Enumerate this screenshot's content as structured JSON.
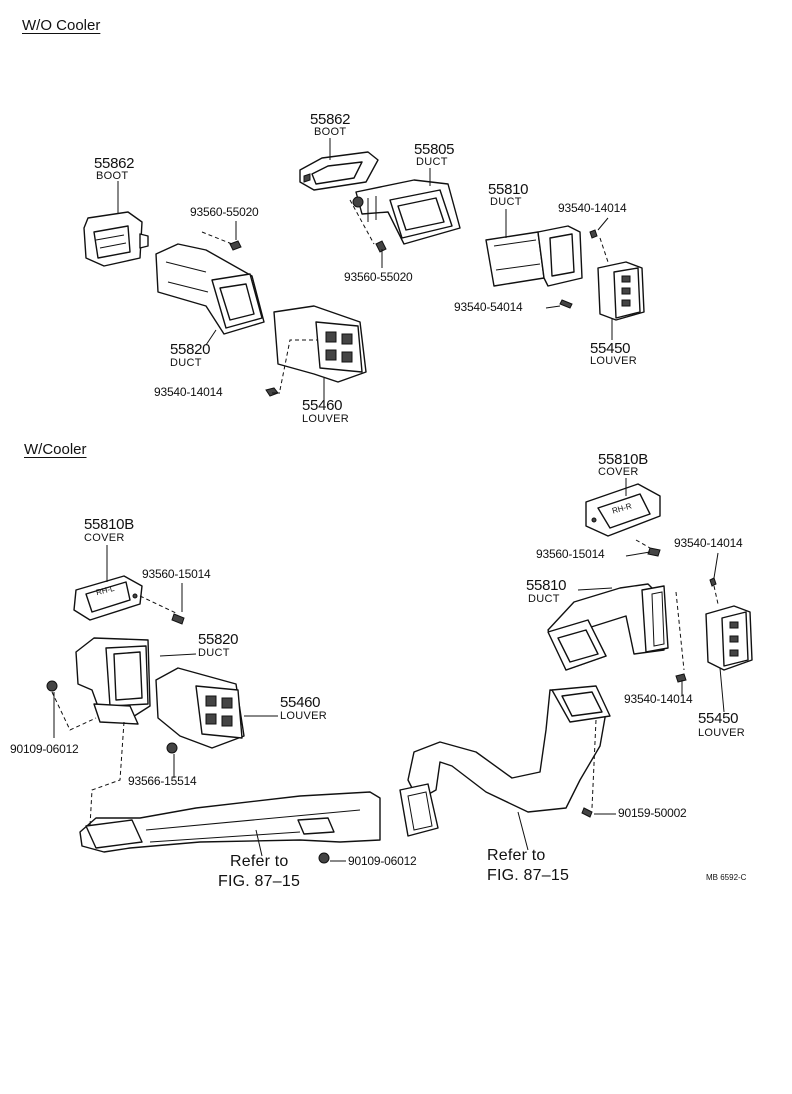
{
  "sections": {
    "wo_cooler": "W/O Cooler",
    "w_cooler": "W/Cooler"
  },
  "labels": {
    "a_55862_boot_pn": "55862",
    "a_55862_boot_name": "BOOT",
    "a_55862_boot2_pn": "55862",
    "a_55862_boot2_name": "BOOT",
    "a_55805_pn": "55805",
    "a_55805_name": "DUCT",
    "a_55810_pn": "55810",
    "a_55810_name": "DUCT",
    "a_screw_55020_1": "93560-55020",
    "a_screw_55020_2": "93560-55020",
    "a_screw_14014_top": "93540-14014",
    "a_screw_54014": "93540-54014",
    "a_55450_pn": "55450",
    "a_55450_name": "LOUVER",
    "a_55820_pn": "55820",
    "a_55820_name": "DUCT",
    "a_screw_14014_left": "93540-14014",
    "a_55460_pn": "55460",
    "a_55460_name": "LOUVER",
    "b_55810b_right_pn": "55810B",
    "b_55810b_right_name": "COVER",
    "b_55810b_left_pn": "55810B",
    "b_55810b_left_name": "COVER",
    "b_screw_15014_left": "93560-15014",
    "b_screw_15014_right": "93560-15014",
    "b_screw_14014_r1": "93540-14014",
    "b_55810_pn": "55810",
    "b_55810_name": "DUCT",
    "b_55820_pn": "55820",
    "b_55820_name": "DUCT",
    "b_55460_pn": "55460",
    "b_55460_name": "LOUVER",
    "b_screw_06012_left": "90109-06012",
    "b_screw_15514": "93566-15514",
    "b_screw_14014_r2": "93540-14014",
    "b_55450_pn": "55450",
    "b_55450_name": "LOUVER",
    "b_screw_50002": "90159-50002",
    "b_refer_left_1": "Refer to",
    "b_refer_left_2": "FIG. 87–15",
    "b_screw_06012_bottom": "90109-06012",
    "b_refer_right_1": "Refer to",
    "b_refer_right_2": "FIG. 87–15",
    "drawing_code": "MB 6592-C"
  },
  "rh_l_tag": "RH-L",
  "rh_r_tag": "RH-R"
}
